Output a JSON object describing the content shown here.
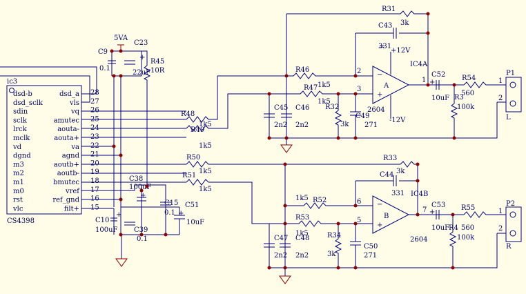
{
  "ic3": {
    "ref": "ic3",
    "part": "CS4398",
    "left_pins": [
      {
        "name": "dsd-b",
        "num": ""
      },
      {
        "name": "dsd_sclk",
        "num": ""
      },
      {
        "name": "sdin",
        "num": ""
      },
      {
        "name": "sclk",
        "num": ""
      },
      {
        "name": "lrck",
        "num": ""
      },
      {
        "name": "mclk",
        "num": ""
      },
      {
        "name": "vd",
        "num": ""
      },
      {
        "name": "dgnd",
        "num": ""
      },
      {
        "name": "m3",
        "num": ""
      },
      {
        "name": "m2",
        "num": ""
      },
      {
        "name": "m1",
        "num": ""
      },
      {
        "name": "m0",
        "num": ""
      },
      {
        "name": "rst",
        "num": ""
      },
      {
        "name": "vlc",
        "num": ""
      }
    ],
    "right_pins": [
      {
        "name": "dsd_a",
        "num": "28"
      },
      {
        "name": "vls",
        "num": "27"
      },
      {
        "name": "vq",
        "num": "26"
      },
      {
        "name": "amutec",
        "num": "25"
      },
      {
        "name": "aouta-",
        "num": "24"
      },
      {
        "name": "aouta+",
        "num": "23"
      },
      {
        "name": "va",
        "num": "22"
      },
      {
        "name": "agnd",
        "num": "21"
      },
      {
        "name": "aoutb+",
        "num": "20"
      },
      {
        "name": "aoutb-",
        "num": "19"
      },
      {
        "name": "bmutec",
        "num": "18"
      },
      {
        "name": "vref",
        "num": "17"
      },
      {
        "name": "ref_gnd",
        "num": "16"
      },
      {
        "name": "filt+",
        "num": "15"
      }
    ]
  },
  "labels": {
    "power_5va": "5VA",
    "c9": "C9",
    "c9_val": "0.1",
    "c23": "C23",
    "c23_val": "22uF",
    "r45": "R45",
    "r45_val": "10R",
    "r48": "R48",
    "r48_val": "1k5",
    "r49": "R49",
    "r49_val": "1k5",
    "r50": "R50",
    "r50_val": "1k5",
    "r51": "R51",
    "r51_val": "1k5",
    "c38": "C38",
    "c38_val": "100uF",
    "c15": "C15",
    "c15_val": "0.1",
    "c51": "C51",
    "c51_val": "10uF",
    "c10": "C10",
    "c10_val": "100uF",
    "c39": "C39",
    "c39_val": "0.1",
    "r31": "R31",
    "r31_val": "3k",
    "c43": "C43",
    "c43_val": "331",
    "opa_a_ref": "IC4A",
    "opa_a_unit": "A",
    "opa_a_part": "2604",
    "plus12": "+12V",
    "minus12": "-12V",
    "r46": "R46",
    "r46_val": "1k5",
    "r47": "R47",
    "r47_val": "1k5",
    "pin2": "2",
    "pin3": "3",
    "pin1": "1",
    "c45": "C45",
    "c45_val": "2n2",
    "c46": "C46",
    "c46_val": "2n2",
    "r32": "R32",
    "r32_val": "3k",
    "c49": "C49",
    "c49_val": "271",
    "c52": "C52",
    "c52_val": "10uF",
    "r54": "R54",
    "r54_val": "560",
    "r3": "R3",
    "r3_val": "100k",
    "p1": "P1",
    "p1_pin1": "1",
    "p1_pin2": "2",
    "p1_side": "L",
    "r33": "R33",
    "r33_val": "3k",
    "c44": "C44",
    "c44_val": "331",
    "opa_b_ref": "IC4B",
    "opa_b_unit": "B",
    "opa_b_part": "2604",
    "r52": "R52",
    "r52_val": "1k5",
    "r53": "R53",
    "r53_val": "1k5",
    "pin6": "6",
    "pin5": "5",
    "pin7": "7",
    "c47": "C47",
    "c47_val": "2n2",
    "c48": "C48",
    "c48_val": "2n2",
    "r34": "R34",
    "r34_val": "3k",
    "c50": "C50",
    "c50_val": "271",
    "c53": "C53",
    "c53_val": "10uF",
    "r55": "R55",
    "r55_val": "560",
    "r4": "R4",
    "r4_val": "100k",
    "p2": "P2",
    "p2_pin1": "1",
    "p2_pin2": "2",
    "p2_side": "R"
  }
}
